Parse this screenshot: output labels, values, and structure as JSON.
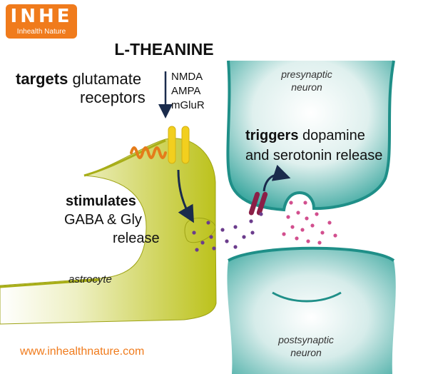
{
  "logo": {
    "brand": "INHE",
    "tagline": "Inhealth Nature"
  },
  "title": "L-THEANINE",
  "targets": {
    "strong": "targets",
    "rest": " glutamate",
    "line2": "receptors"
  },
  "receptors": [
    "NMDA",
    "AMPA",
    "mGluR"
  ],
  "triggers": {
    "strong": "triggers",
    "rest": " dopamine",
    "line2": "and serotonin release"
  },
  "stimulates": {
    "strong": "stimulates",
    "line2": "GABA & Gly",
    "line3": "release"
  },
  "cells": {
    "astrocyte": "astrocyte",
    "presynaptic_1": "presynaptic",
    "presynaptic_2": "neuron",
    "postsynaptic_1": "postsynaptic",
    "postsynaptic_2": "neuron"
  },
  "website": "www.inhealthnature.com",
  "colors": {
    "astrocyte": "#bcc21b",
    "neuron": "#2a9a94",
    "receptor": "#f2cf1e",
    "theanine_coil": "#e57c1a",
    "release_receptor": "#8b1f47",
    "gaba_dots": "#6b3c8c",
    "dopamine_dots": "#d24f8e",
    "arrows": "#1a2b4c",
    "brand": "#f07b1c"
  }
}
